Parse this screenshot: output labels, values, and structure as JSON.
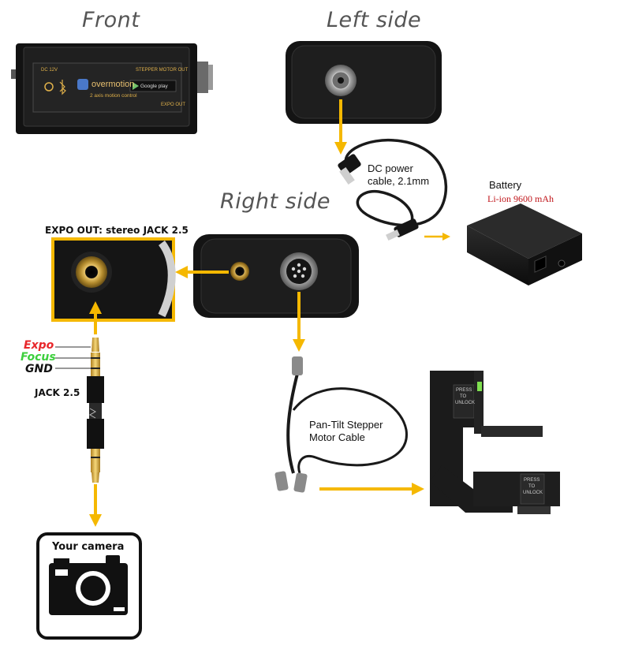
{
  "headings": {
    "front": "Front",
    "left_side": "Left side",
    "right_side": "Right side"
  },
  "front_device": {
    "dc_label": "DC 12V",
    "stepper_label": "STEPPER MOTOR OUT",
    "brand": "overmotion",
    "tagline": "2 axis motion control",
    "store": "Google play",
    "expo_label": "EXPO OUT"
  },
  "labels": {
    "expo_out": "EXPO OUT: stereo JACK 2.5",
    "dc_cable_line1": "DC power",
    "dc_cable_line2": "cable, 2.1mm",
    "battery_title": "Battery",
    "battery_spec": "Li-ion 9600 mAh",
    "jack": "JACK 2.5",
    "pan_tilt_line1": "Pan-Tilt Stepper",
    "pan_tilt_line2": "Motor Cable",
    "your_camera": "Your camera"
  },
  "jack_pins": [
    {
      "label": "Expo",
      "color": "#e8262a"
    },
    {
      "label": "Focus",
      "color": "#3ccf3c"
    },
    {
      "label": "GND",
      "color": "#111111"
    }
  ],
  "pan_tilt_head": {
    "lock1": [
      "PRESS",
      "TO",
      "UNLOCK"
    ],
    "lock2": [
      "PRESS",
      "TO",
      "UNLOCK"
    ]
  },
  "colors": {
    "arrow": "#f5b800",
    "highlight_border": "#f5b800",
    "battery_spec": "#c0161b",
    "device_body": "#1a1a1a"
  }
}
